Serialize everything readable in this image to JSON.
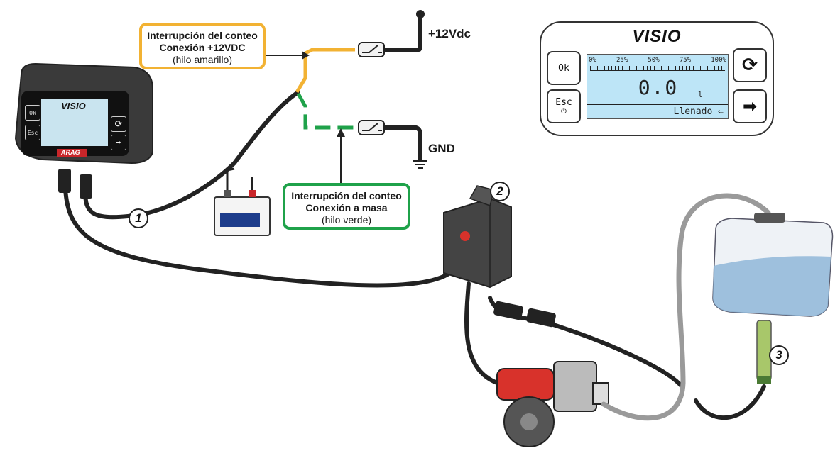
{
  "labels": {
    "yellow_line1": "Interrupción del conteo",
    "yellow_line2": "Conexión +12VDC",
    "yellow_line3": "(hilo amarillo)",
    "green_line1": "Interrupción del conteo",
    "green_line2": "Conexión a masa",
    "green_line3": "(hilo verde)",
    "terminal_12v": "+12Vdc",
    "terminal_gnd": "GND"
  },
  "display": {
    "brand": "VISIO",
    "ok_label": "Ok",
    "esc_label": "Esc",
    "power_symbol": "⏻",
    "refresh_symbol": "⟳",
    "arrow_symbol": "➡",
    "scale": [
      "0%",
      "25%",
      "50%",
      "75%",
      "100%"
    ],
    "reading": "0.0",
    "unit": "l",
    "status": "Llenado ⇐"
  },
  "unit": {
    "brand": "VISIO",
    "ok_label": "Ok",
    "esc_label": "Esc",
    "maker": "ARAG"
  },
  "badges": {
    "one": "1",
    "two": "2",
    "three": "3"
  },
  "colors": {
    "yellow": "#f2b233",
    "green": "#1fa24a",
    "cable": "#222222",
    "hose": "#9a9a9a",
    "red": "#d8322b"
  }
}
